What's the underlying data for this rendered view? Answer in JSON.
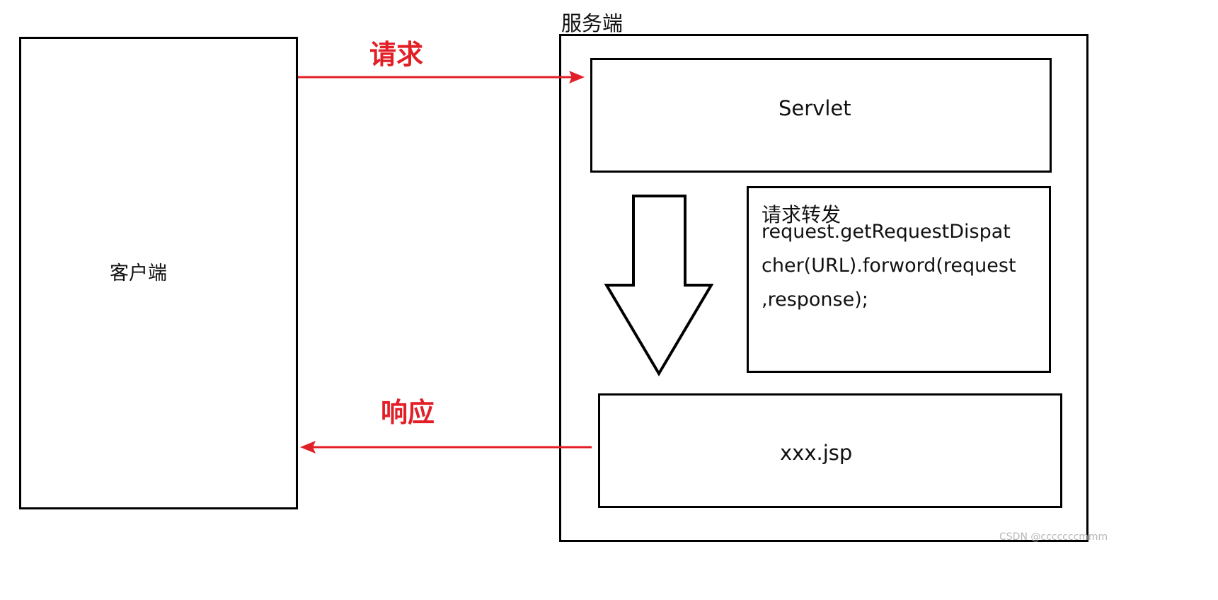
{
  "client": {
    "label": "客户端"
  },
  "server": {
    "title": "服务端",
    "servlet_label": "Servlet",
    "forward_box": {
      "heading": "请求转发",
      "lines": [
        "request.getRequestDispat",
        "cher(URL).forword(request",
        ",response);"
      ]
    },
    "jsp_label": "xxx.jsp"
  },
  "arrows": {
    "request_label": "请求",
    "response_label": "响应"
  },
  "watermark": "CSDN @cccccccmmm",
  "colors": {
    "arrow": "#e21f26",
    "stroke": "#000000"
  }
}
